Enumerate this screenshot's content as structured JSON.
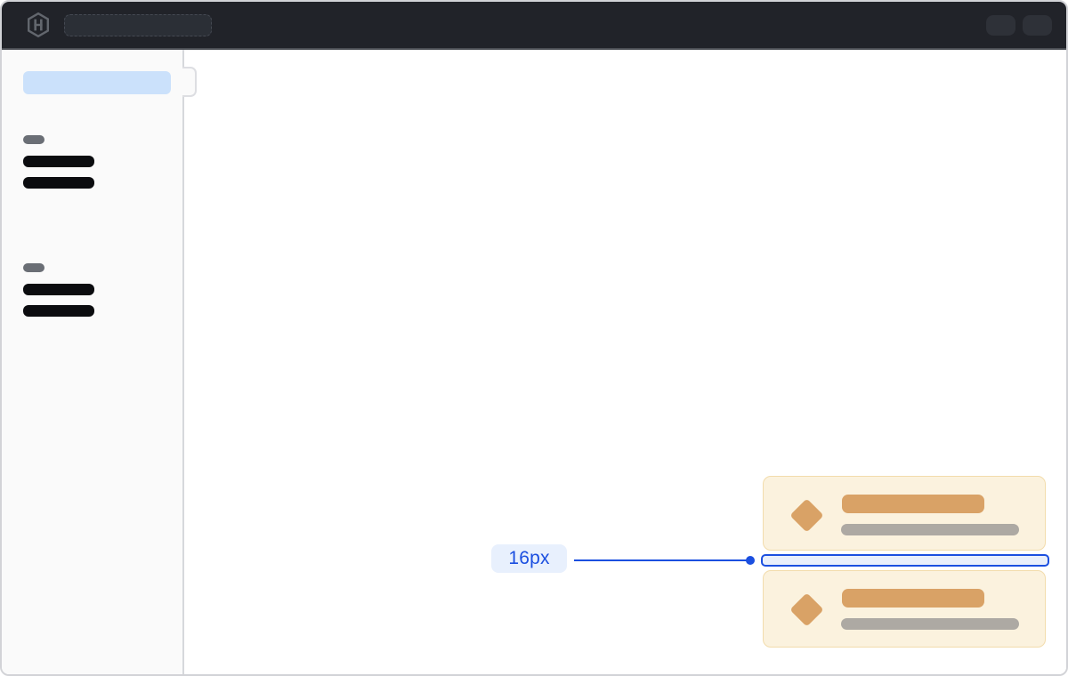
{
  "topbar": {
    "logo_icon": "hashicorp-logo-icon",
    "search_pill": {
      "type": "skeleton-search-field"
    },
    "action_buttons": [
      {
        "name": "topbar-action-1",
        "type": "skeleton-button"
      },
      {
        "name": "topbar-action-2",
        "type": "skeleton-button"
      }
    ],
    "colors": {
      "bar_bg": "#212329",
      "pill_bg": "#2b2f36",
      "button_bg": "#2e3138",
      "logo_gray": "#62666d"
    }
  },
  "sidebar": {
    "selected_item": {
      "type": "skeleton-nav-item-selected",
      "highlight_color": "#cbe1fb"
    },
    "toggle_tab": {
      "icon": "sidebar-toggle-tab"
    },
    "groups": [
      {
        "header": "skeleton-section-label",
        "items": [
          "skeleton-nav-item",
          "skeleton-nav-item"
        ]
      },
      {
        "header": "skeleton-section-label",
        "items": [
          "skeleton-nav-item",
          "skeleton-nav-item"
        ]
      }
    ],
    "colors": {
      "bg": "#fafafa",
      "border": "#d6d8dc",
      "header_pill": "#6a6e75",
      "item_bar": "#0b0c0f"
    }
  },
  "main": {
    "annotation": {
      "label": "16px",
      "accent_color": "#1b4fe0",
      "label_bg": "#e8f0fd",
      "gap_fill": "#e9effb"
    },
    "list_items": [
      {
        "icon": "diamond-icon",
        "title": "skeleton-title-bar",
        "subtitle": "skeleton-subtitle-bar"
      },
      {
        "icon": "diamond-icon",
        "title": "skeleton-title-bar",
        "subtitle": "skeleton-subtitle-bar"
      }
    ],
    "colors": {
      "card_bg": "#fbf2de",
      "card_border": "#f2dcac",
      "accent_orange": "#d9a266",
      "muted_bar": "#ada9a3"
    }
  },
  "window": {
    "border_color": "#d2d3d7",
    "bg": "#ffffff"
  }
}
